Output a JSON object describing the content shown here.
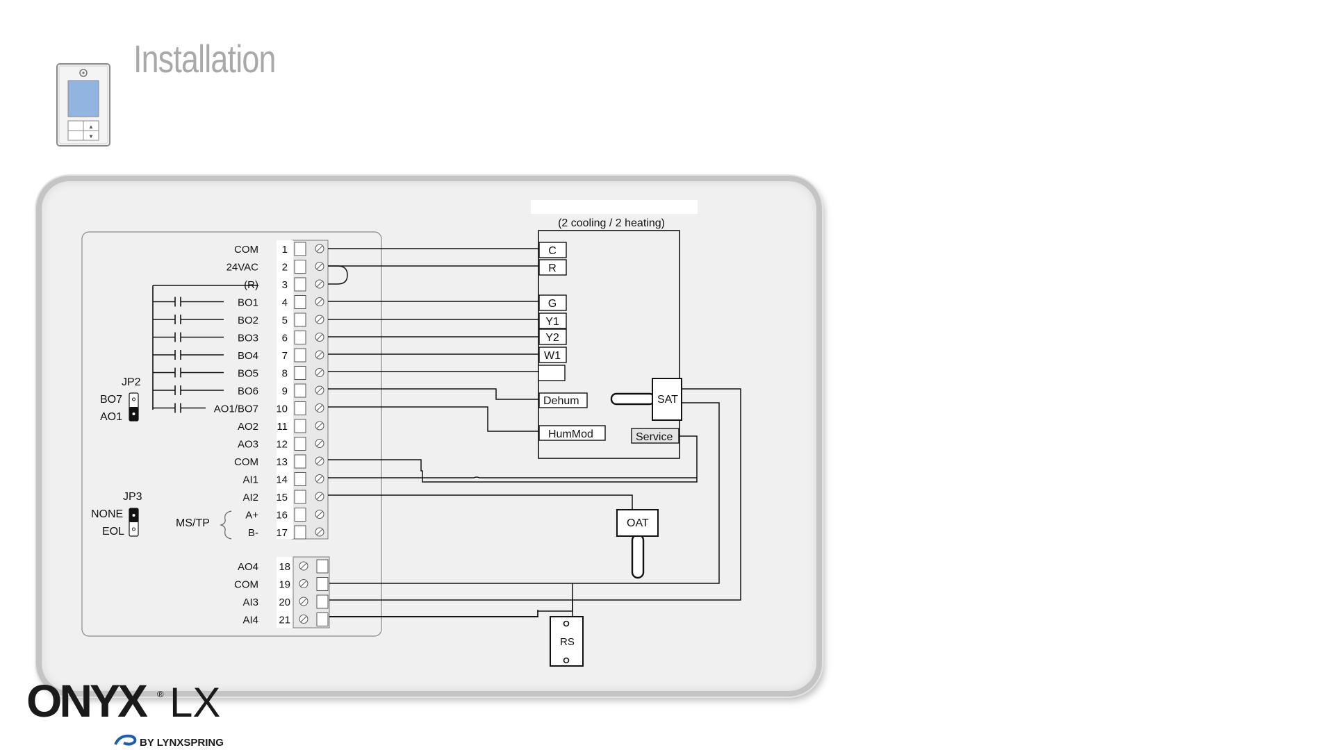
{
  "header": {
    "title": "Installation"
  },
  "colors": {
    "title": "#a9a9a9",
    "screen": "#92b4e0",
    "panel_bg": "#f0f0f0",
    "panel_border": "#c4c4c4",
    "logo_accent": "#1f5fa8"
  },
  "thermostat_icon": {
    "name": "thermostat-device-icon"
  },
  "diagram": {
    "mode_label": "(2 cooling / 2 heating)",
    "terminal_labels": [
      "COM",
      "24VAC",
      "(R)",
      "BO1",
      "BO2",
      "BO3",
      "BO4",
      "BO5",
      "BO6",
      "AO1/BO7",
      "AO2",
      "AO3",
      "COM",
      "AI1",
      "AI2",
      "A+",
      "B-"
    ],
    "terminal_numbers": [
      "1",
      "2",
      "3",
      "4",
      "5",
      "6",
      "7",
      "8",
      "9",
      "10",
      "11",
      "12",
      "13",
      "14",
      "15",
      "16",
      "17"
    ],
    "lower_labels": [
      "AO4",
      "COM",
      "AI3",
      "AI4"
    ],
    "lower_numbers": [
      "18",
      "19",
      "20",
      "21"
    ],
    "jp2": {
      "title": "JP2",
      "opt1": "BO7",
      "opt2": "AO1"
    },
    "jp3": {
      "title": "JP3",
      "opt1": "NONE",
      "opt2": "EOL"
    },
    "mstp_label": "MS/TP",
    "unit_terminals": [
      "C",
      "R",
      "G",
      "Y1",
      "Y2",
      "W1"
    ],
    "dehum_label": "Dehum",
    "hummod_label": "HumMod",
    "service_label": "Service",
    "sat_label": "SAT",
    "oat_label": "OAT",
    "rs_label": "RS"
  },
  "logo": {
    "text": "ONYX",
    "text2": "LX",
    "byline": "BY LYNXSPRING"
  }
}
